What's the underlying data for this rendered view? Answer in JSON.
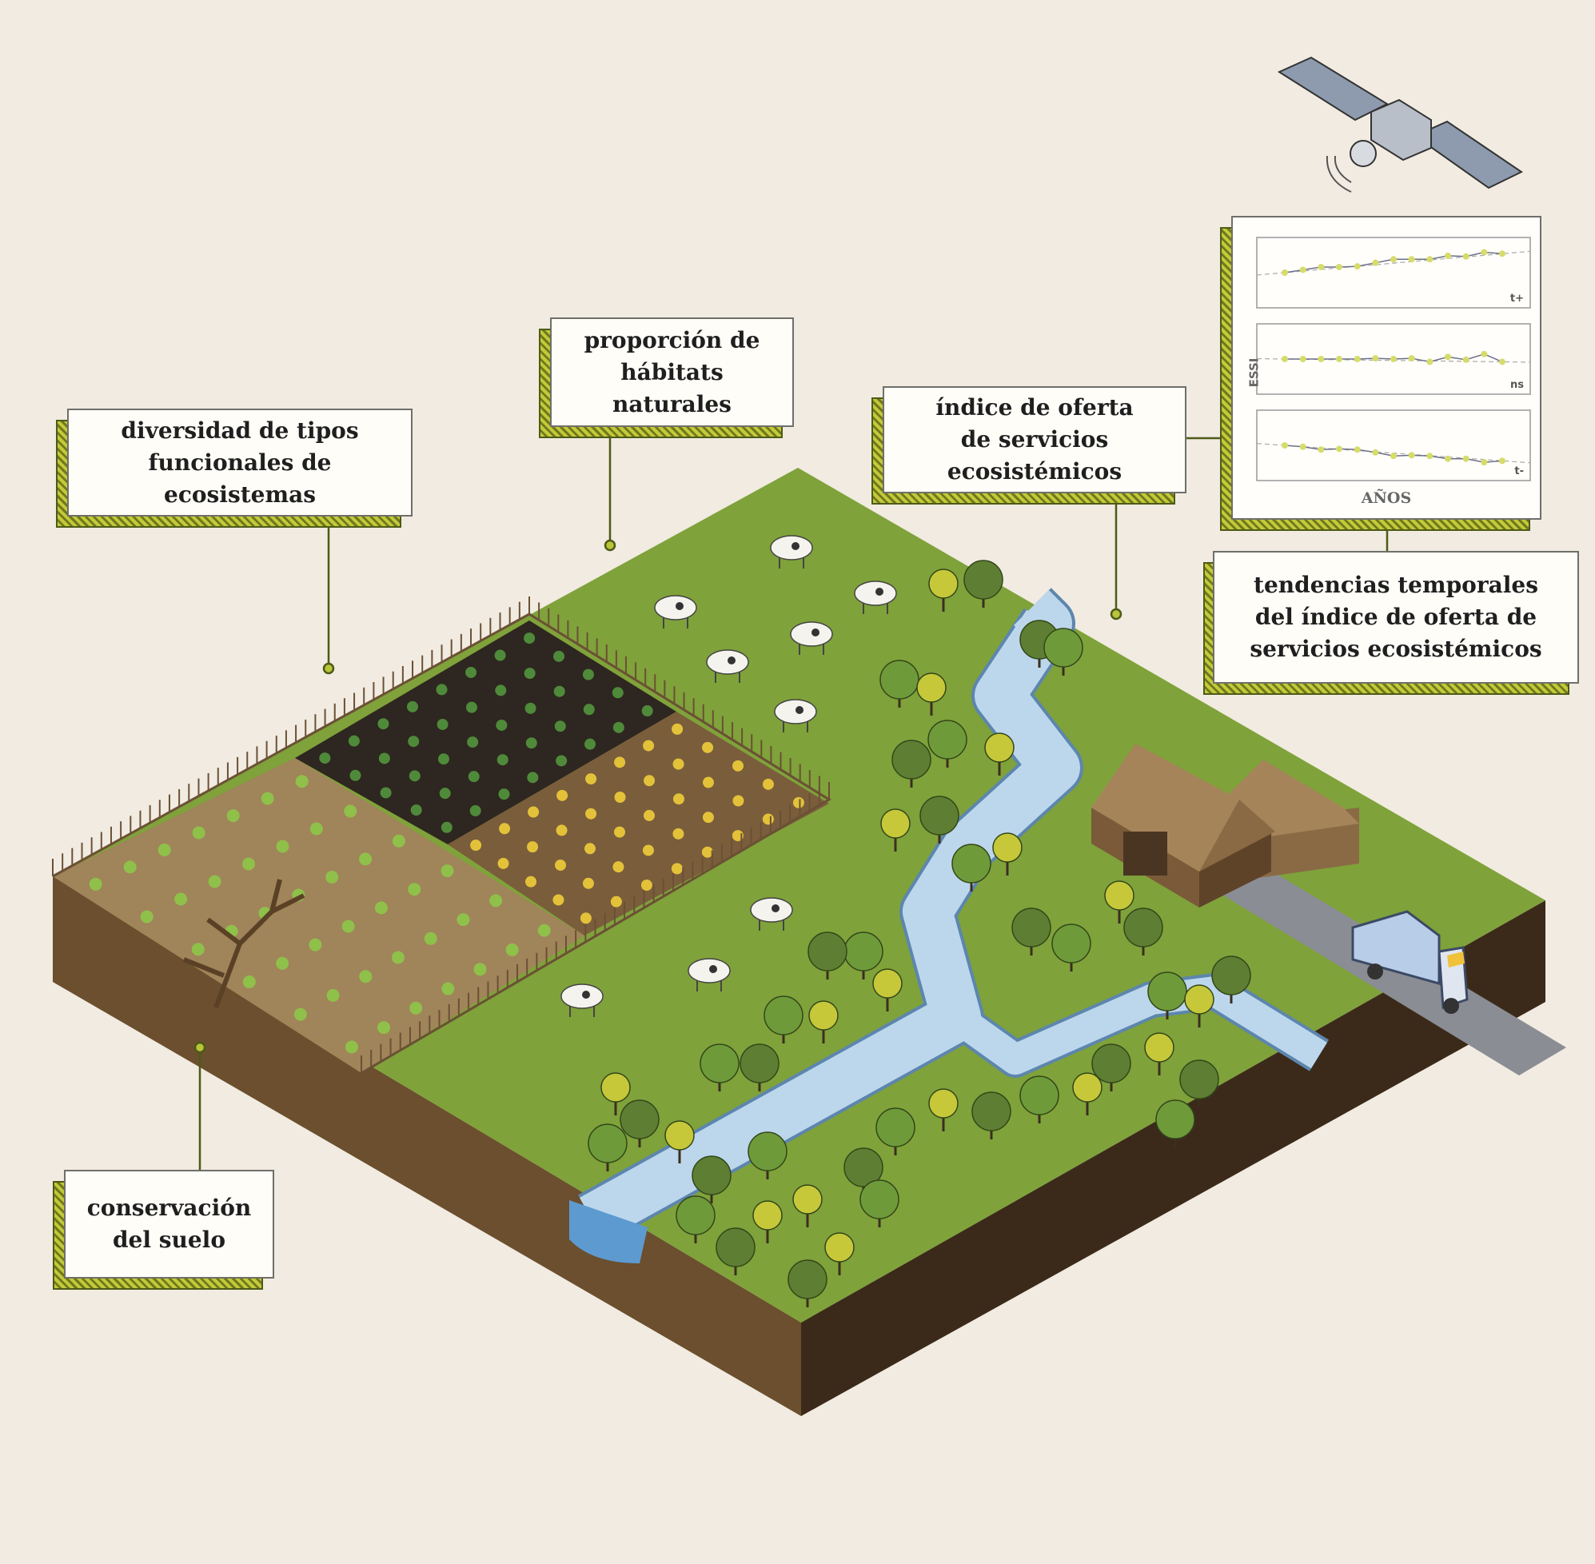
{
  "labels": {
    "diversity": "diversidad de tipos\nfuncionales de\necosistemas",
    "habitats": "proporción de\nhábitats\nnaturales",
    "index": "índice de oferta\nde servicios\necosistémicos",
    "trends": "tendencias temporales\ndel índice de oferta de\nservicios ecosistémicos",
    "soil": "conservación\ndel suelo"
  },
  "colors": {
    "background": "#f1ebe1",
    "grass": "#7fa23a",
    "soil": "#6b4f2e",
    "river": "#b9d5ea",
    "accent": "#c4c93a"
  },
  "chart_data": [
    {
      "type": "line",
      "title": "",
      "ylabel": "ESSI",
      "xlabel": "AÑOS",
      "tag": "t+",
      "x": [
        1,
        2,
        3,
        4,
        5,
        6,
        7,
        8,
        9,
        10,
        11,
        12,
        13
      ],
      "values": [
        0,
        0.2,
        0.4,
        0.4,
        0.45,
        0.7,
        0.95,
        0.95,
        0.95,
        1.2,
        1.15,
        1.45,
        1.35
      ],
      "ylim": [
        -2,
        2
      ]
    },
    {
      "type": "line",
      "title": "",
      "ylabel": "ESSI",
      "xlabel": "AÑOS",
      "tag": "ns",
      "x": [
        1,
        2,
        3,
        4,
        5,
        6,
        7,
        8,
        9,
        10,
        11,
        12,
        13
      ],
      "values": [
        0,
        0,
        0,
        0,
        0,
        0.05,
        0,
        0.05,
        -0.2,
        0.15,
        -0.05,
        0.35,
        -0.2
      ],
      "ylim": [
        -2,
        2
      ]
    },
    {
      "type": "line",
      "title": "",
      "ylabel": "ESSI",
      "xlabel": "AÑOS",
      "tag": "t-",
      "x": [
        1,
        2,
        3,
        4,
        5,
        6,
        7,
        8,
        9,
        10,
        11,
        12,
        13
      ],
      "values": [
        0,
        -0.1,
        -0.3,
        -0.25,
        -0.3,
        -0.5,
        -0.75,
        -0.7,
        -0.75,
        -0.95,
        -0.95,
        -1.2,
        -1.1
      ],
      "ylim": [
        -2,
        2
      ]
    }
  ],
  "chart_text": {
    "ylabel": "ESSI",
    "xlabel": "AÑOS",
    "tags": [
      "t+",
      "ns",
      "t-"
    ]
  }
}
